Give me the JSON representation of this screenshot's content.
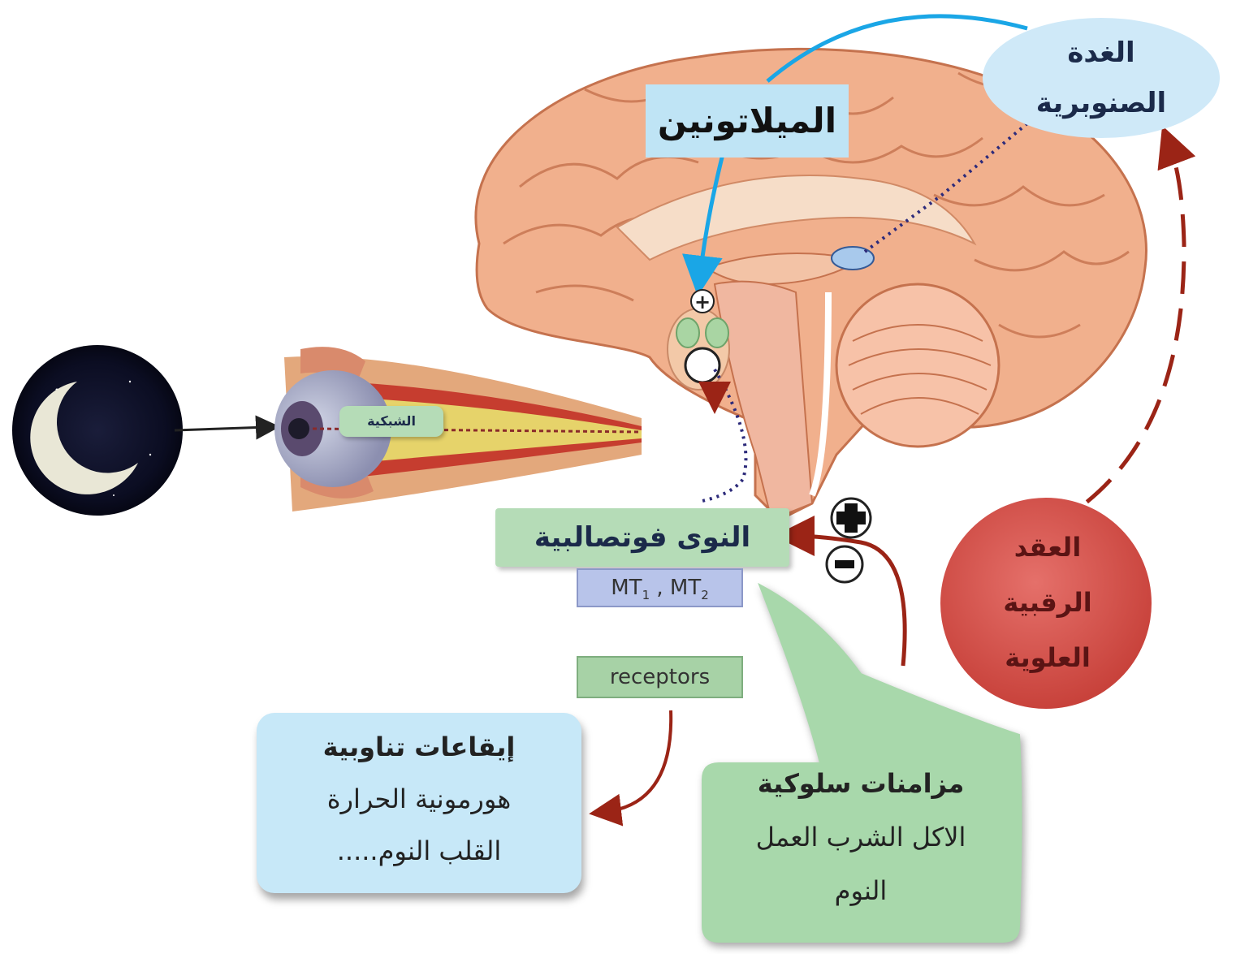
{
  "labels": {
    "melatonin": "الميلاتونين",
    "pineal_gland": [
      "الغدة",
      "الصنوبرية"
    ],
    "retina": "الشبكية",
    "scn": "النوى فوتصالبية",
    "mt_receptors_prefix": "MT",
    "mt_1": "1",
    "mt_separator": " , MT",
    "mt_2": "2",
    "receptors": "receptors",
    "circadian_rhythms": [
      "إيقاعات تناوبية",
      "هورمونية الحرارة",
      "القلب النوم....."
    ],
    "behavioral_zeitgebers": [
      "مزامنات سلوكية",
      "الاكل الشرب العمل",
      "النوم"
    ],
    "superior_cervical_ganglion": [
      "العقد",
      "الرقبية",
      "العلوية"
    ]
  },
  "signs": {
    "plus": "+",
    "minus": "−"
  },
  "colors": {
    "melatonin_box": "#bfe4f5",
    "pineal_box": "#cfe9f8",
    "scn_box": "#b5dcb7",
    "mt_box": "#b8c4ea",
    "receptors_box": "#a7d2a6",
    "rhythms_box": "#c7e8f8",
    "behavior_bubble": "#a8d8ab",
    "scg_circle": "#d9574f",
    "blue_arrow": "#1aa6e6",
    "red_arrow": "#9b2416",
    "dotted_path": "#2c2a7a",
    "brain": "#f1b08d"
  },
  "icons": {
    "moon": "crescent-moon-icon",
    "eye": "eye-illustration",
    "brain": "brain-sagittal-illustration"
  }
}
